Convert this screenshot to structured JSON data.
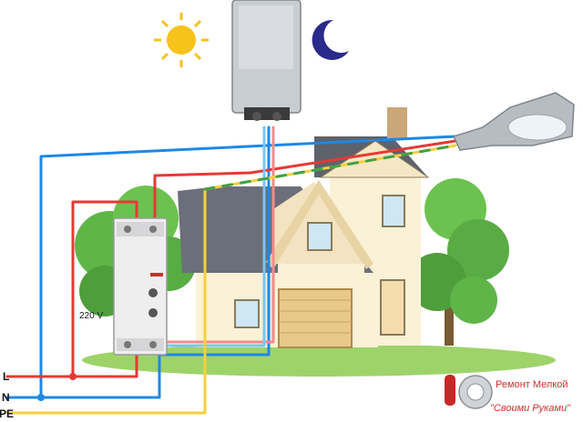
{
  "labels": {
    "line": "L",
    "neutral": "N",
    "earth": "PE",
    "voltage": "220 V"
  },
  "watermark": {
    "line1": "Ремонт Мелкой",
    "line2": "\"Своими Руками\""
  },
  "colors": {
    "wire_L": "#e53935",
    "wire_N": "#1e88e5",
    "wire_PE_yellow": "#f4d03f",
    "wire_PE_green": "#43a047",
    "wire_light_blue": "#7fc4ea",
    "wire_pink": "#f48b8b",
    "sun": "#f6c21c",
    "moon": "#2a2a8c",
    "roof": "#6b6f7a",
    "wall": "#fbf1d6"
  },
  "icons": [
    "sun-icon",
    "moon-icon"
  ]
}
